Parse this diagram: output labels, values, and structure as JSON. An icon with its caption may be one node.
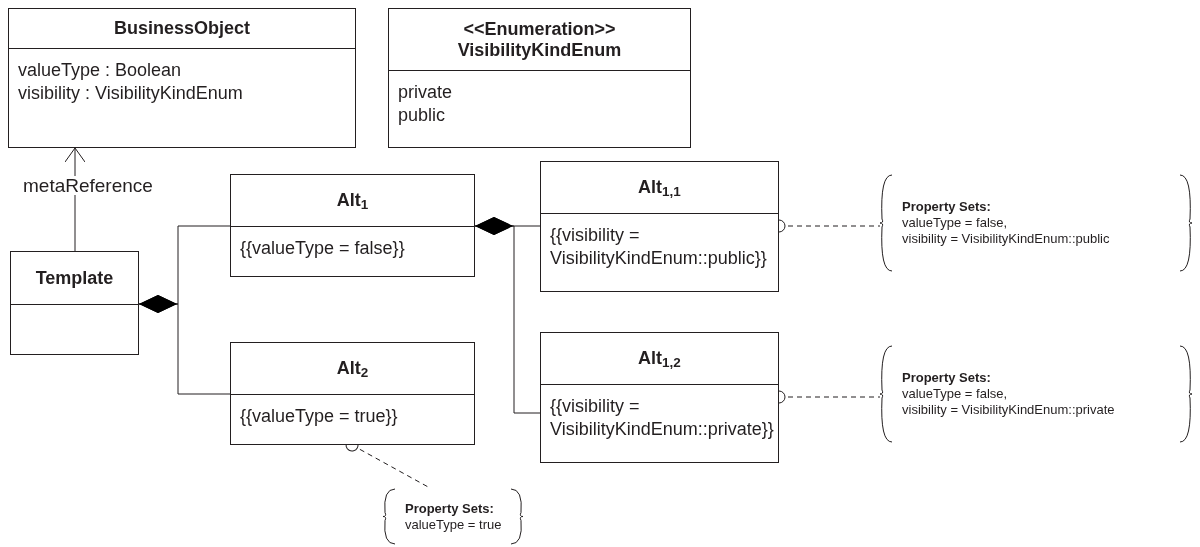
{
  "diagram": {
    "nodes": [
      {
        "text": [
          "BusinessObject",
          "valueType : Boolean",
          "visibility : VisibilityKindEnum"
        ]
      },
      {
        "text": [
          "<<Enumeration>> VisibilityKindEnum",
          "private",
          "public"
        ]
      },
      {
        "text": [
          "Template"
        ]
      },
      {
        "text": [
          "Alt$_{1}$",
          "{{valueType = false}}"
        ]
      },
      {
        "text": [
          "Alt$_{1,1}$",
          "{{visibility = VisibilityKindEnum::public}}"
        ]
      },
      {
        "text": [
          "Alt$_{2}$",
          "{{valueType = true}}"
        ]
      },
      {
        "text": [
          "Alt$_{1,2}$",
          "{{visibility = VisibilityKindEnum::private}}"
        ]
      },
      {
        "text": [
          "Property Sets:",
          "valueType = false,",
          "visibility = VisibilityKindEnum::public"
        ]
      },
      {
        "text": [
          "Property Sets:",
          "valueType = false,",
          "visibility = VisibilityKindEnum::private"
        ]
      },
      {
        "text": [
          "Property Sets:",
          "valueType = true"
        ]
      }
    ],
    "edges": [
      {
        "from": 2,
        "to": 0,
        "arrow": "to",
        "label": "metaReference"
      },
      {
        "from": 2,
        "to": 3,
        "arrow": "other"
      },
      {
        "from": 2,
        "to": 5,
        "arrow": "other"
      },
      {
        "from": 3,
        "to": 4,
        "arrow": "other"
      },
      {
        "from": 3,
        "to": 6,
        "arrow": "other"
      },
      {
        "from": 4,
        "to": 7,
        "arrow": "other",
        "style": "dashed"
      },
      {
        "from": 6,
        "to": 8,
        "arrow": "other",
        "style": "dashed"
      },
      {
        "from": 5,
        "to": 9,
        "arrow": "other",
        "style": "dashed"
      }
    ]
  }
}
